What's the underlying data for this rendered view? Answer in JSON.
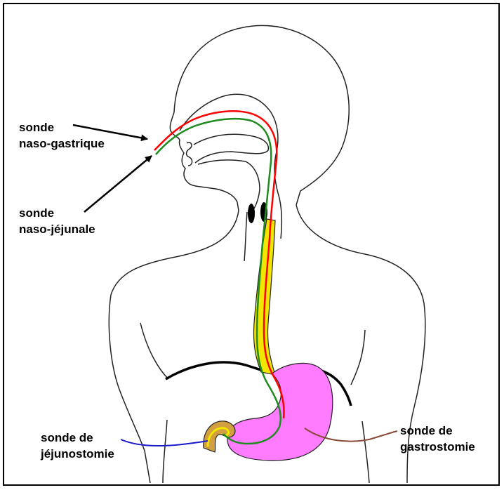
{
  "labels": {
    "naso_gastric": {
      "line1": "sonde",
      "line2": "naso-gastrique"
    },
    "naso_jejunal": {
      "line1": "sonde",
      "line2": "naso-jéjunale"
    },
    "jejunostomy": {
      "line1": "sonde de",
      "line2": "jéjunostomie"
    },
    "gastrostomy": {
      "line1": "sonde de",
      "line2": "gastrostomie"
    }
  },
  "colors": {
    "naso_gastric_tube": "#ff0000",
    "naso_jejunal_tube": "#1e8c1e",
    "esophagus": "#f2e600",
    "stomach": "#ff7bff",
    "jejunum": "#d2a040",
    "jejunostomy_tube": "#1a1acc",
    "gastrostomy_tube": "#8a4a3a"
  }
}
